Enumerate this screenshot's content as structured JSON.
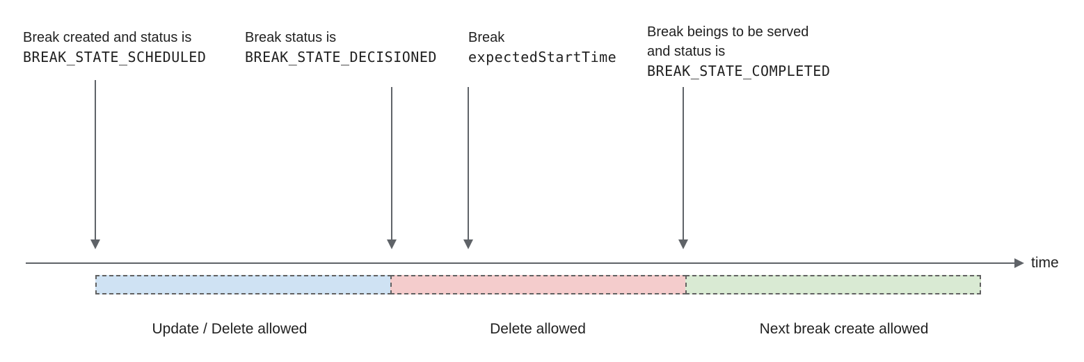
{
  "diagram": {
    "title_semantics": "break-lifecycle-timeline",
    "axis_label": "time",
    "annotations": [
      {
        "line1": "Break created and status is",
        "line2": "BREAK_STATE_SCHEDULED"
      },
      {
        "line1": "Break status is",
        "line2": "BREAK_STATE_DECISIONED"
      },
      {
        "line1": "Break",
        "line2": "expectedStartTime"
      },
      {
        "line1": "Break beings to be served",
        "line2": "and status is",
        "line3": "BREAK_STATE_COMPLETED"
      }
    ],
    "segments": [
      {
        "label": "Update / Delete allowed",
        "fill": "#cfe2f3"
      },
      {
        "label": "Delete allowed",
        "fill": "#f4cccc"
      },
      {
        "label": "Next break create allowed",
        "fill": "#d9ead3"
      }
    ],
    "colors": {
      "arrow": "#5f6368",
      "segment_border": "#616161",
      "text": "#212121"
    }
  }
}
